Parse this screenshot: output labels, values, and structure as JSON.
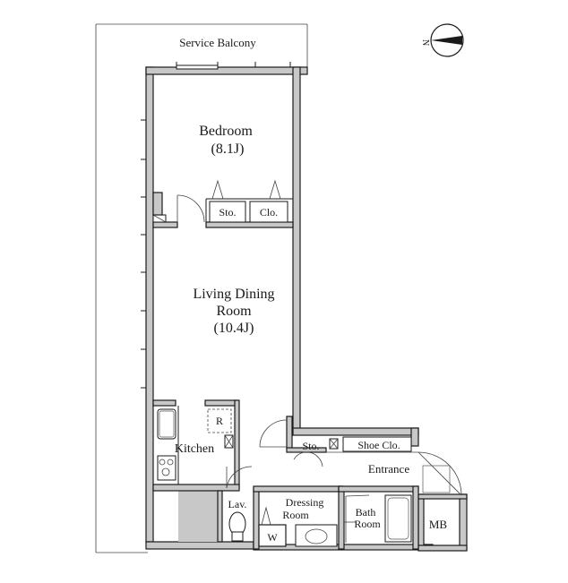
{
  "rooms": {
    "service_balcony": "Service Balcony",
    "bedroom_name": "Bedroom",
    "bedroom_size": "(8.1J)",
    "storage_bedroom": "Sto.",
    "closet": "Clo.",
    "ldr_line1": "Living Dining",
    "ldr_line2": "Room",
    "ldr_size": "(10.4J)",
    "refrigerator": "R",
    "kitchen": "Kitchen",
    "storage_entrance": "Sto.",
    "shoe_closet": "Shoe Clo.",
    "entrance": "Entrance",
    "lavatory": "Lav.",
    "dressing_line1": "Dressing",
    "dressing_line2": "Room",
    "washer": "W",
    "bath_line1": "Bath",
    "bath_line2": "Room",
    "meter_box": "MB"
  },
  "compass": {
    "label": "N"
  }
}
